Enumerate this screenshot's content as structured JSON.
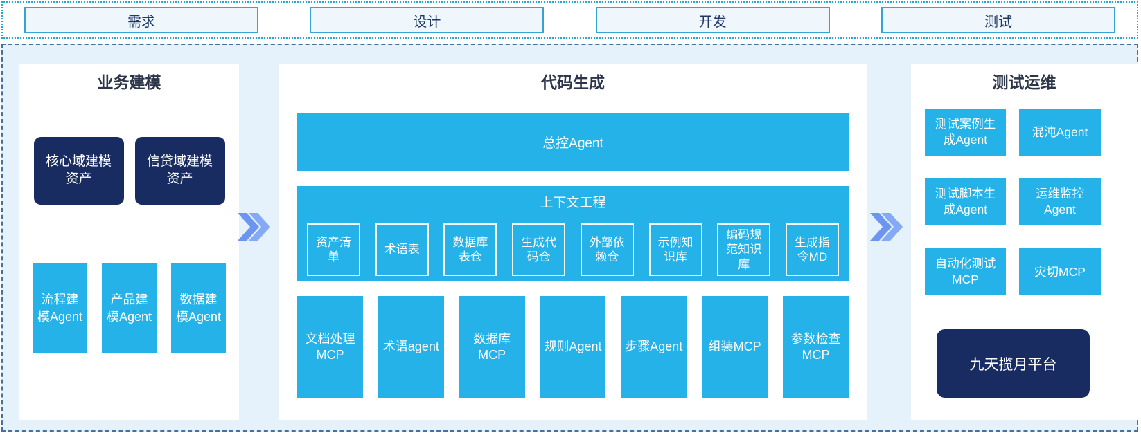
{
  "phases": [
    "需求",
    "设计",
    "开发",
    "测试"
  ],
  "colors": {
    "cyan": "#24b2e8",
    "navy": "#182c61",
    "panel_bg": "#ffffff",
    "container_bg": "#e6f2fb",
    "container_border": "#44719e",
    "phase_border": "#35a3d6",
    "phase_bg": "#f0f7fc",
    "phase_text": "#1f3864",
    "chevron_dark": "#6b95f0",
    "chevron_light": "#85aaf5",
    "title_text": "#2c3549"
  },
  "sections": {
    "business_modeling": {
      "title": "业务建模",
      "asset_boxes": [
        "核心域建模资产",
        "信贷域建模资产"
      ],
      "agent_boxes": [
        "流程建模Agent",
        "产品建模Agent",
        "数据建模Agent"
      ]
    },
    "code_generation": {
      "title": "代码生成",
      "master_agent": "总控Agent",
      "context_engineering": {
        "title": "上下文工程",
        "items": [
          "资产清单",
          "术语表",
          "数据库表仓",
          "生成代码仓",
          "外部依赖仓",
          "示例知识库",
          "编码规范知识库",
          "生成指令MD"
        ]
      },
      "tool_boxes": [
        "文档处理MCP",
        "术语agent",
        "数据库MCP",
        "规则Agent",
        "步骤Agent",
        "组装MCP",
        "参数检查MCP"
      ]
    },
    "test_ops": {
      "title": "测试运维",
      "grid_boxes": [
        "测试案例生成Agent",
        "混沌Agent",
        "测试脚本生成Agent",
        "运维监控Agent",
        "自动化测试MCP",
        "灾切MCP"
      ],
      "platform": "九天揽月平台"
    }
  }
}
